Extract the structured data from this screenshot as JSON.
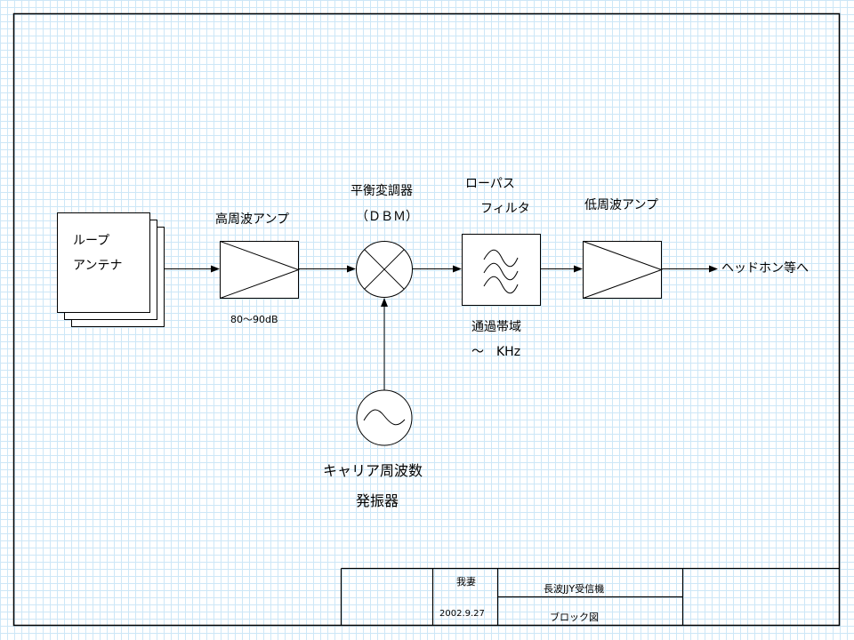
{
  "diagram": {
    "blocks": {
      "antenna": {
        "line1": "ループ",
        "line2": "アンテナ"
      },
      "rf_amp": {
        "label": "高周波アンプ",
        "gain": "80〜90dB"
      },
      "mixer": {
        "label": "平衡変調器",
        "sub": "（ＤＢＭ）"
      },
      "lpf": {
        "label1": "ローパス",
        "label2": "フィルタ",
        "band_label": "通過帯域",
        "band_value": "〜　KHz"
      },
      "af_amp": {
        "label": "低周波アンプ"
      },
      "output": {
        "label": "ヘッドホン等へ"
      },
      "oscillator": {
        "label1": "キャリア周波数",
        "label2": "発振器"
      }
    },
    "title_block": {
      "author": "我妻",
      "date": "2002.9.27",
      "title": "長波JJY受信機",
      "subtitle": "ブロック図"
    }
  }
}
